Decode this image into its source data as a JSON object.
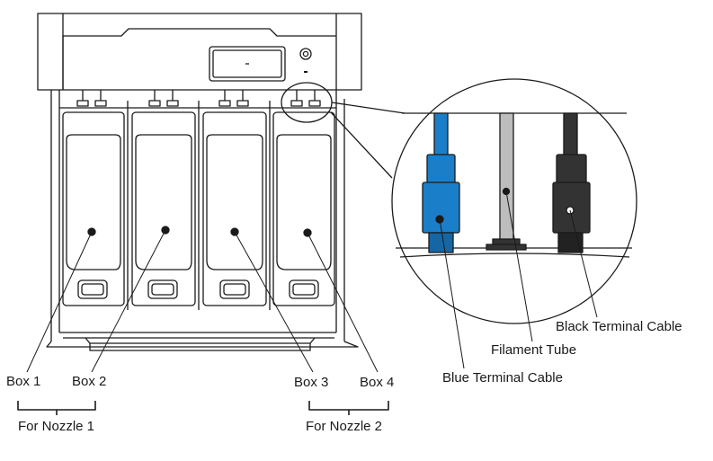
{
  "labels": {
    "box1": "Box 1",
    "box2": "Box 2",
    "box3": "Box 3",
    "box4": "Box 4",
    "for_nozzle_1": "For Nozzle 1",
    "for_nozzle_2": "For Nozzle 2",
    "black_terminal_cable": "Black Terminal Cable",
    "filament_tube": "Filament Tube",
    "blue_terminal_cable": "Blue Terminal Cable"
  },
  "colors": {
    "line": "#1a1a1a",
    "blue_cable": "#1a7fc8",
    "blue_cable_dark": "#1466a5",
    "filament_tube": "#bdbdbd",
    "black_cable": "#333333",
    "black_cable_dark": "#222222"
  },
  "icons": {
    "power_button": "power-icon"
  }
}
